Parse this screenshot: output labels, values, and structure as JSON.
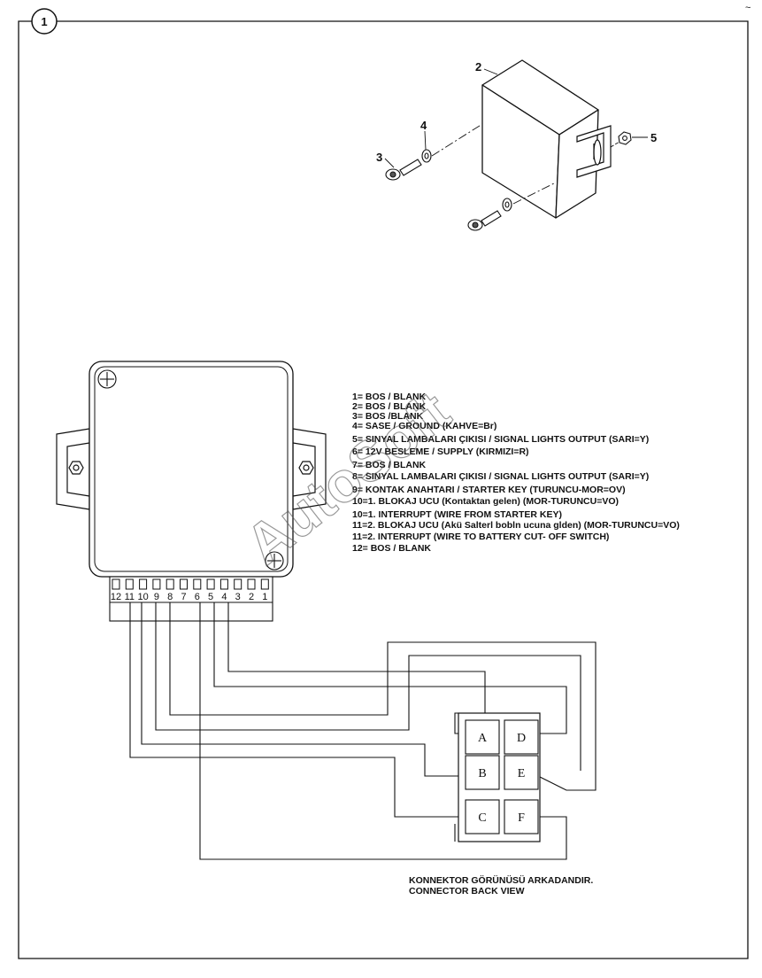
{
  "figure_number": "1",
  "callouts": {
    "module": "2",
    "bolt": "3",
    "washer": "4",
    "nut": "5"
  },
  "watermark": "AutoSoft",
  "legend": [
    "1= BOS / BLANK",
    "2= BOS / BLANK",
    "3= BOS /BLANK",
    "4= SASE / GROUND (KAHVE=Br)",
    "5= SINYAL LAMBALARI ÇIKISI / SIGNAL LIGHTS OUTPUT (SARI=Y)",
    "6= 12V BESLEME / SUPPLY (KIRMIZI=R)",
    "7= BOS / BLANK",
    "8= SINYAL LAMBALARI ÇIKISI / SIGNAL LIGHTS OUTPUT (SARI=Y)",
    "9= KONTAK ANAHTARI / STARTER KEY (TURUNCU-MOR=OV)",
    "10=1. BLOKAJ UCU (Kontaktan gelen) (MOR-TURUNCU=VO)",
    "10=1. INTERRUPT (WIRE FROM STARTER KEY)",
    "11=2. BLOKAJ UCU (Akü Salterl bobln ucuna glden) (MOR-TURUNCU=VO)",
    "11=2. INTERRUPT (WIRE TO BATTERY CUT- OFF SWITCH)",
    "12= BOS / BLANK"
  ],
  "pin_labels": [
    "12",
    "11",
    "10",
    "9",
    "8",
    "7",
    "6",
    "5",
    "4",
    "3",
    "2",
    "1"
  ],
  "connector_cells": [
    "A",
    "D",
    "B",
    "E",
    "C",
    "F"
  ],
  "connector_note": {
    "line1": "KONNEKTOR GÖRÜNÜSÜ ARKADANDIR.",
    "line2": "CONNECTOR BACK VIEW"
  }
}
